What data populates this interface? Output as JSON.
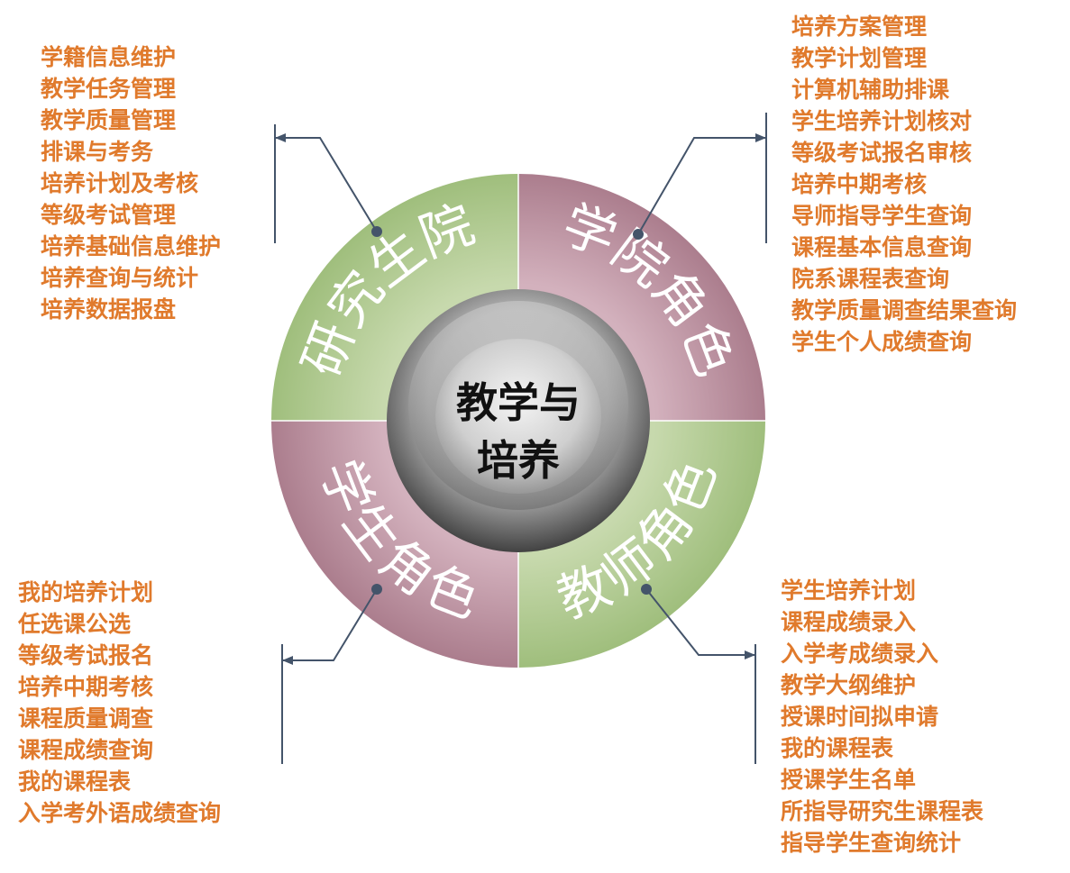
{
  "center": {
    "line1": "教学与",
    "line2": "培养"
  },
  "colors": {
    "green": "#aac488",
    "purple": "#b98b9b",
    "accent_text": "#e07a2c",
    "connector": "#44546a"
  },
  "segments": {
    "graduate": {
      "label": "研究生院",
      "items": [
        "学籍信息维护",
        "教学任务管理",
        "教学质量管理",
        "排课与考务",
        "培养计划及考核",
        "等级考试管理",
        "培养基础信息维护",
        "培养查询与统计",
        "培养数据报盘"
      ]
    },
    "college": {
      "label": "学院角色",
      "items": [
        "培养方案管理",
        "教学计划管理",
        "计算机辅助排课",
        "学生培养计划核对",
        "等级考试报名审核",
        "培养中期考核",
        "导师指导学生查询",
        "课程基本信息查询",
        "院系课程表查询",
        "教学质量调查结果查询",
        "学生个人成绩查询"
      ]
    },
    "student": {
      "label": "学生角色",
      "items": [
        "我的培养计划",
        "任选课公选",
        "等级考试报名",
        "培养中期考核",
        "课程质量调查",
        "课程成绩查询",
        "我的课程表",
        "入学考外语成绩查询"
      ]
    },
    "teacher": {
      "label": "教师角色",
      "items": [
        "学生培养计划",
        "课程成绩录入",
        "入学考成绩录入",
        "教学大纲维护",
        "授课时间拟申请",
        "我的课程表",
        "授课学生名单",
        "所指导研究生课程表",
        "指导学生查询统计"
      ]
    }
  }
}
